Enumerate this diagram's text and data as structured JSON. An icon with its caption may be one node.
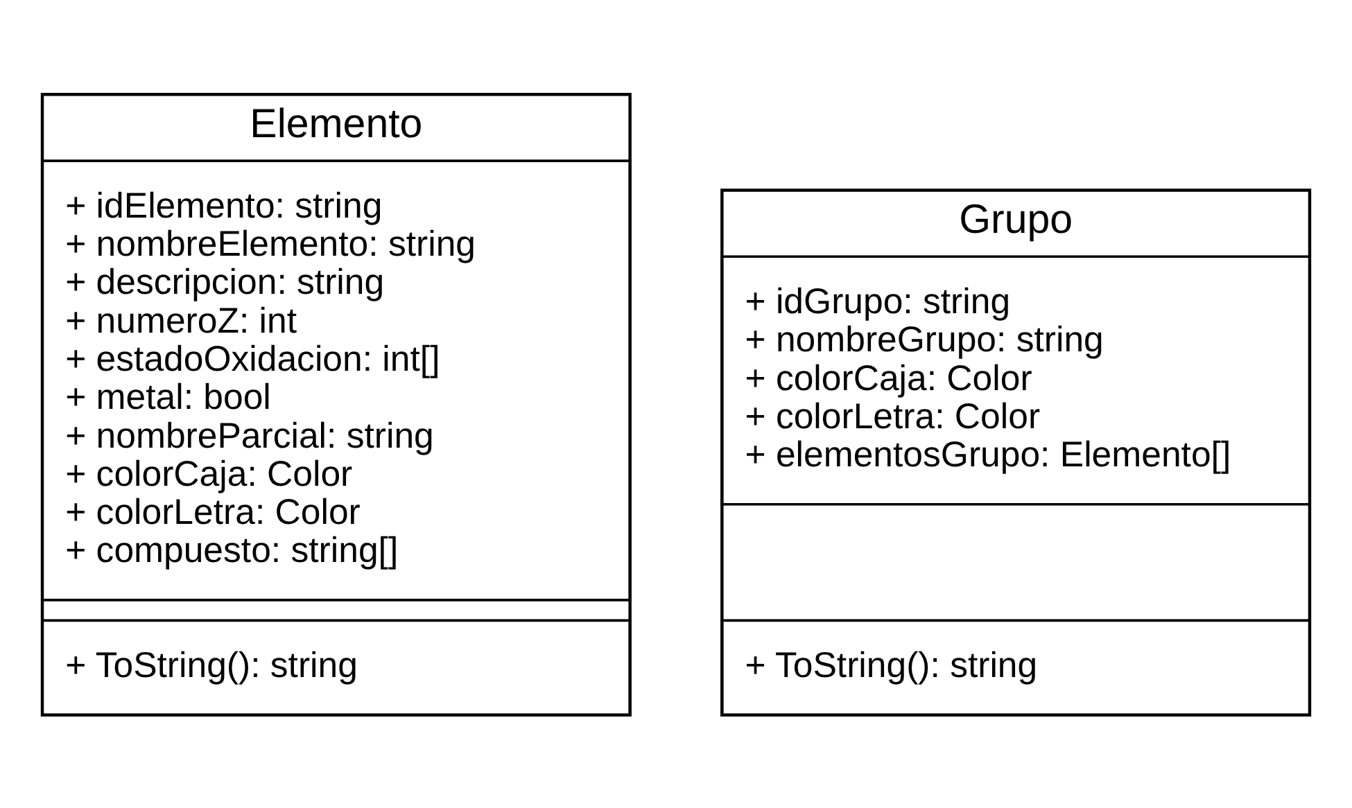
{
  "diagram": {
    "nodes": [
      {
        "text": [
          "Elemento"
        ]
      },
      {
        "text": [
          "+ idElemento: string",
          "+ nombreElemento: string",
          "+ descripcion: string",
          "+ numeroZ: int",
          "+ estadoOxidacion: int[]",
          "+ metal: bool",
          "+ nombreParcial: string",
          "+ colorCaja: Color",
          "+ colorLetra: Color",
          "+ compuesto: string[]"
        ],
        "in": 0
      },
      {
        "text": [
          "+ ToString(): string"
        ],
        "in": 0
      },
      {
        "text": [
          "Grupo"
        ]
      },
      {
        "text": [
          "+ idGrupo: string",
          "+ nombreGrupo: string",
          "+ colorCaja: Color",
          "+ colorLetra: Color",
          "+ elementosGrupo: Elemento[]"
        ],
        "in": 3
      },
      {
        "text": [
          "+ ToString(): string"
        ],
        "in": 3
      }
    ],
    "edges": []
  }
}
